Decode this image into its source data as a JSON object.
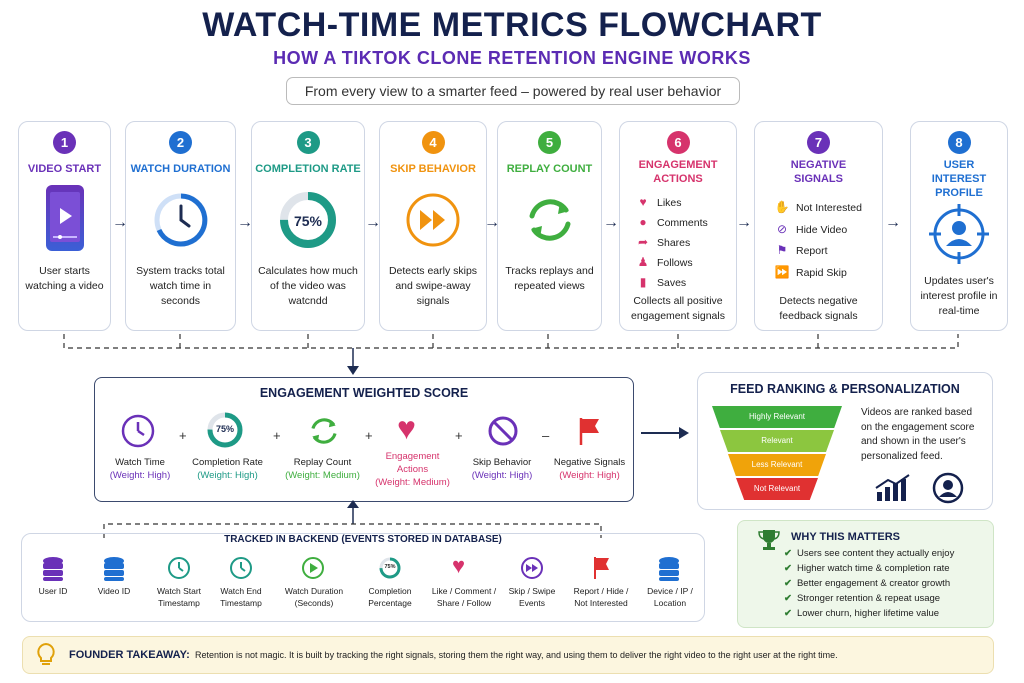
{
  "title": "WATCH-TIME METRICS FLOWCHART",
  "subtitle": "HOW A TIKTOK CLONE RETENTION ENGINE WORKS",
  "tagline": "From every view to a smarter feed – powered by real user behavior",
  "colors": {
    "navy": "#14214d",
    "purple": "#5b2bb3",
    "blue": "#1f6fd1",
    "teal": "#1e9a86",
    "orange": "#f0930f",
    "green": "#3fae3f",
    "pink": "#d6336c",
    "violet": "#6a31b8"
  },
  "steps": [
    {
      "num": "1",
      "title": "VIDEO START",
      "desc": "User starts watching a video",
      "icon": "phone-play-icon",
      "color": "#6a31b8"
    },
    {
      "num": "2",
      "title": "WATCH DURATION",
      "desc": "System tracks total watch time in seconds",
      "icon": "clock-icon",
      "color": "#1f6fd1"
    },
    {
      "num": "3",
      "title": "COMPLETION RATE",
      "desc": "Calculates how much of the video was watcndd",
      "icon": "progress-ring-icon",
      "ring": "75%",
      "color": "#1e9a86"
    },
    {
      "num": "4",
      "title": "SKIP BEHAVIOR",
      "desc": "Detects early skips and swipe-away signals",
      "icon": "fast-forward-icon",
      "color": "#f0930f"
    },
    {
      "num": "5",
      "title": "REPLAY COUNT",
      "desc": "Tracks replays and repeated views",
      "icon": "replay-icon",
      "color": "#3fae3f"
    },
    {
      "num": "6",
      "title": "ENGAGEMENT ACTIONS",
      "desc": "Collects all positive engagement signals",
      "icon": "heart-icon",
      "color": "#d6336c",
      "items": [
        "Likes",
        "Comments",
        "Shares",
        "Follows",
        "Saves"
      ]
    },
    {
      "num": "7",
      "title": "NEGATIVE SIGNALS",
      "desc": "Detects negative feedback signals",
      "icon": "block-icon",
      "color": "#6a31b8",
      "items": [
        "Not Interested",
        "Hide Video",
        "Report",
        "Rapid Skip"
      ]
    },
    {
      "num": "8",
      "title": "USER INTEREST PROFILE",
      "desc": "Updates user's interest profile in real-time",
      "icon": "target-user-icon",
      "color": "#1f6fd1"
    }
  ],
  "score": {
    "title": "ENGAGEMENT WEIGHTED SCORE",
    "ring": "75%",
    "factors": [
      {
        "name": "Watch Time",
        "weight": "(Weight: High)",
        "color": "#6a31b8",
        "wcolor": "#6a31b8"
      },
      {
        "name": "Completion Rate",
        "weight": "(Weight: High)",
        "color": "#222",
        "wcolor": "#1e9a86"
      },
      {
        "name": "Replay Count",
        "weight": "(Weight: Medium)",
        "color": "#222",
        "wcolor": "#3fae3f"
      },
      {
        "name": "Engagement Actions",
        "weight": "(Weight: Medium)",
        "color": "#d6336c",
        "wcolor": "#d6336c"
      },
      {
        "name": "Skip Behavior",
        "weight": "(Weight: High)",
        "color": "#222",
        "wcolor": "#6a31b8"
      },
      {
        "name": "Negative Signals",
        "weight": "(Weight: High)",
        "color": "#222",
        "wcolor": "#d6336c"
      }
    ],
    "ops": [
      "+",
      "+",
      "+",
      "+",
      "–"
    ]
  },
  "feed": {
    "title": "FEED RANKING & PERSONALIZATION",
    "levels": [
      "Highly Relevant",
      "Relevant",
      "Less Relevant",
      "Not Relevant"
    ],
    "level_colors": [
      "#3fae3f",
      "#8cc63f",
      "#f0a30a",
      "#e03131"
    ],
    "desc": "Videos are ranked based on the engagement score and shown in the user's personalized feed."
  },
  "tracked": {
    "title": "TRACKED IN BACKEND (EVENTS STORED IN DATABASE)",
    "ring": "75%",
    "items": [
      {
        "label": "User ID",
        "icon": "database-icon",
        "color": "#6a31b8"
      },
      {
        "label": "Video ID",
        "icon": "database-icon",
        "color": "#1f6fd1"
      },
      {
        "label": "Watch Start Timestamp",
        "icon": "clock-icon",
        "color": "#1e9a86"
      },
      {
        "label": "Watch End Timestamp",
        "icon": "clock-icon",
        "color": "#1e9a86"
      },
      {
        "label": "Watch Duration (Seconds)",
        "icon": "play-circle-icon",
        "color": "#3fae3f"
      },
      {
        "label": "Completion Percentage",
        "icon": "progress-ring-icon",
        "color": "#1e9a86"
      },
      {
        "label": "Like / Comment / Share / Follow",
        "icon": "heart-icon",
        "color": "#d6336c"
      },
      {
        "label": "Skip / Swipe Events",
        "icon": "fast-forward-icon",
        "color": "#6a31b8"
      },
      {
        "label": "Report / Hide / Not Interested",
        "icon": "flag-icon",
        "color": "#e03131"
      },
      {
        "label": "Device / IP / Location",
        "icon": "database-icon",
        "color": "#1f6fd1"
      }
    ]
  },
  "why": {
    "title": "WHY THIS MATTERS",
    "items": [
      "Users see content they actually enjoy",
      "Higher watch time & completion rate",
      "Better engagement & creator growth",
      "Stronger retention & repeat usage",
      "Lower churn, higher lifetime value"
    ]
  },
  "takeaway": {
    "label": "FOUNDER TAKEAWAY:",
    "text": "Retention is not magic. It is built by tracking the right signals, storing them the right way, and using them to deliver the right video to the right user at the right time."
  }
}
